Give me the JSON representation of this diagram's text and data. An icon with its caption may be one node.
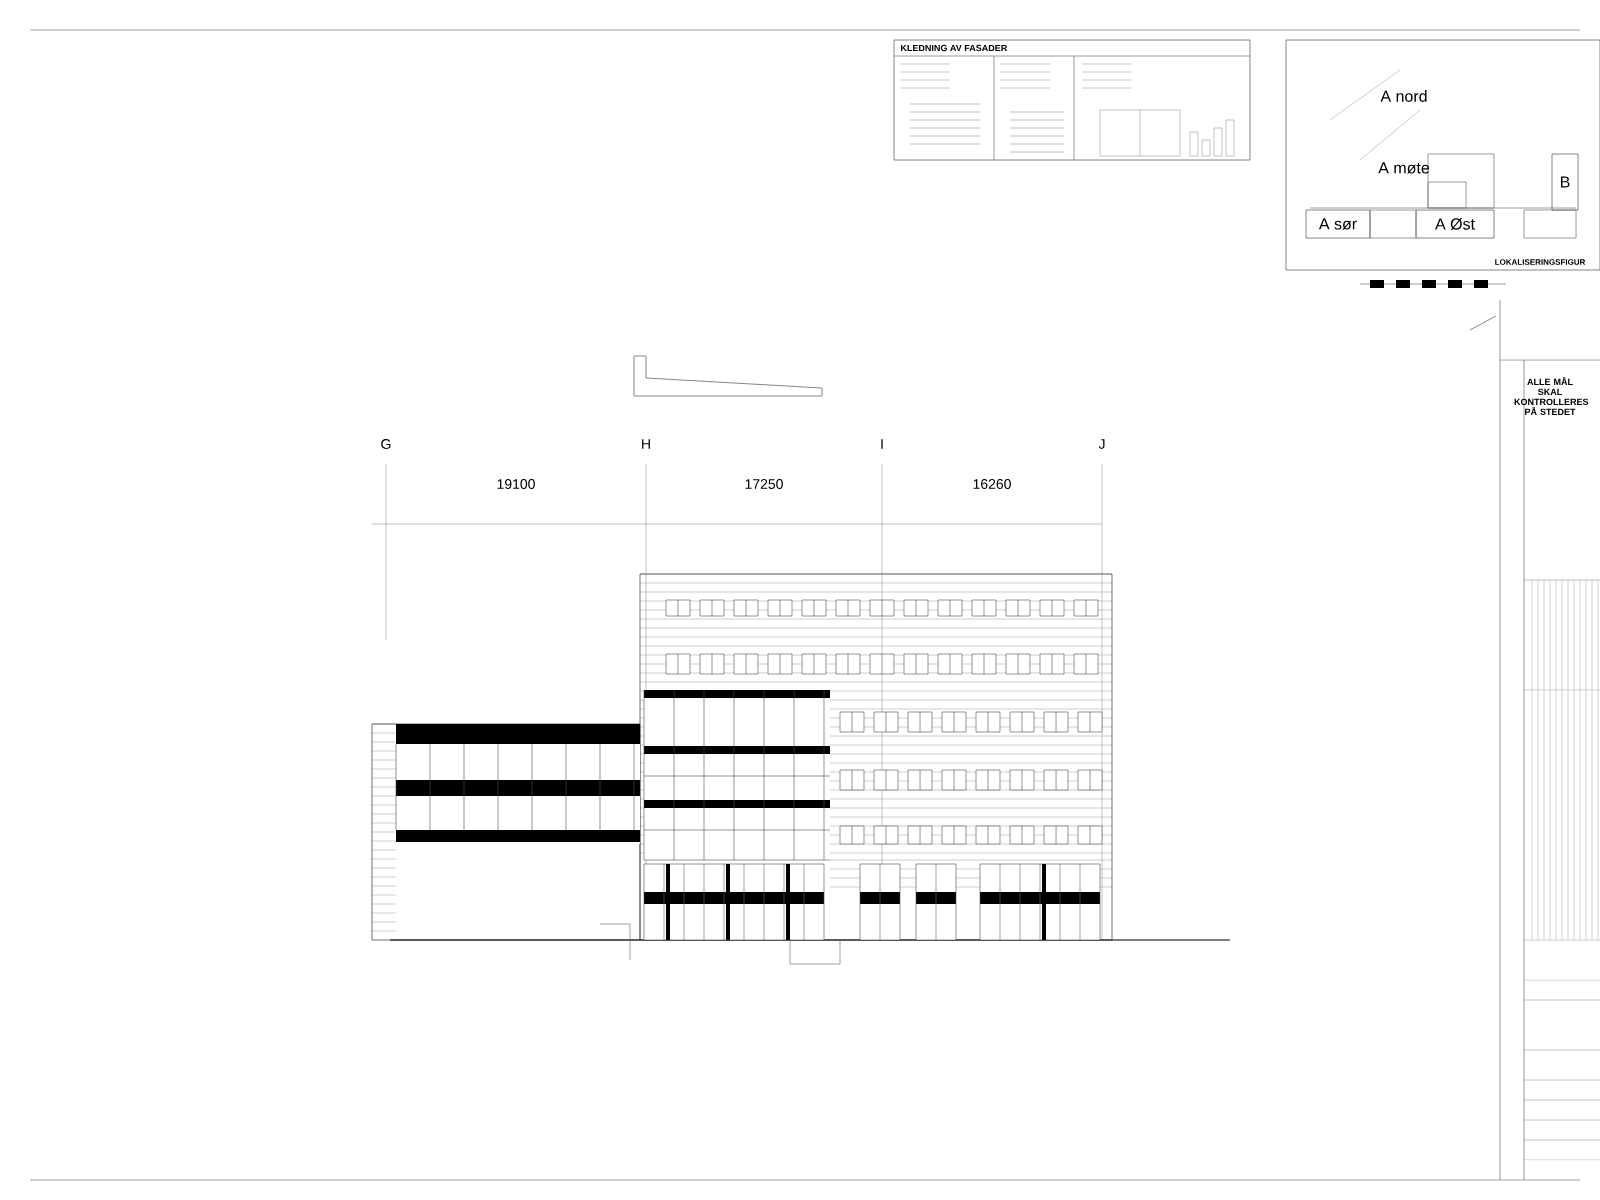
{
  "diagram": {
    "title": "KLEDNING AV FASADER",
    "nodes": [
      {
        "text": [
          "A sør"
        ]
      },
      {
        "text": [
          "A Øst"
        ]
      },
      {
        "text": [
          "B"
        ]
      }
    ],
    "edges": [],
    "labels": [
      "A nord",
      "A møte",
      "LOKALISERINGSFIGUR",
      "ALLE MÅL SKAL KONTROLLERES PÅ STEDET",
      "G",
      "H",
      "I",
      "J",
      "19100",
      "17250",
      "16260"
    ]
  }
}
